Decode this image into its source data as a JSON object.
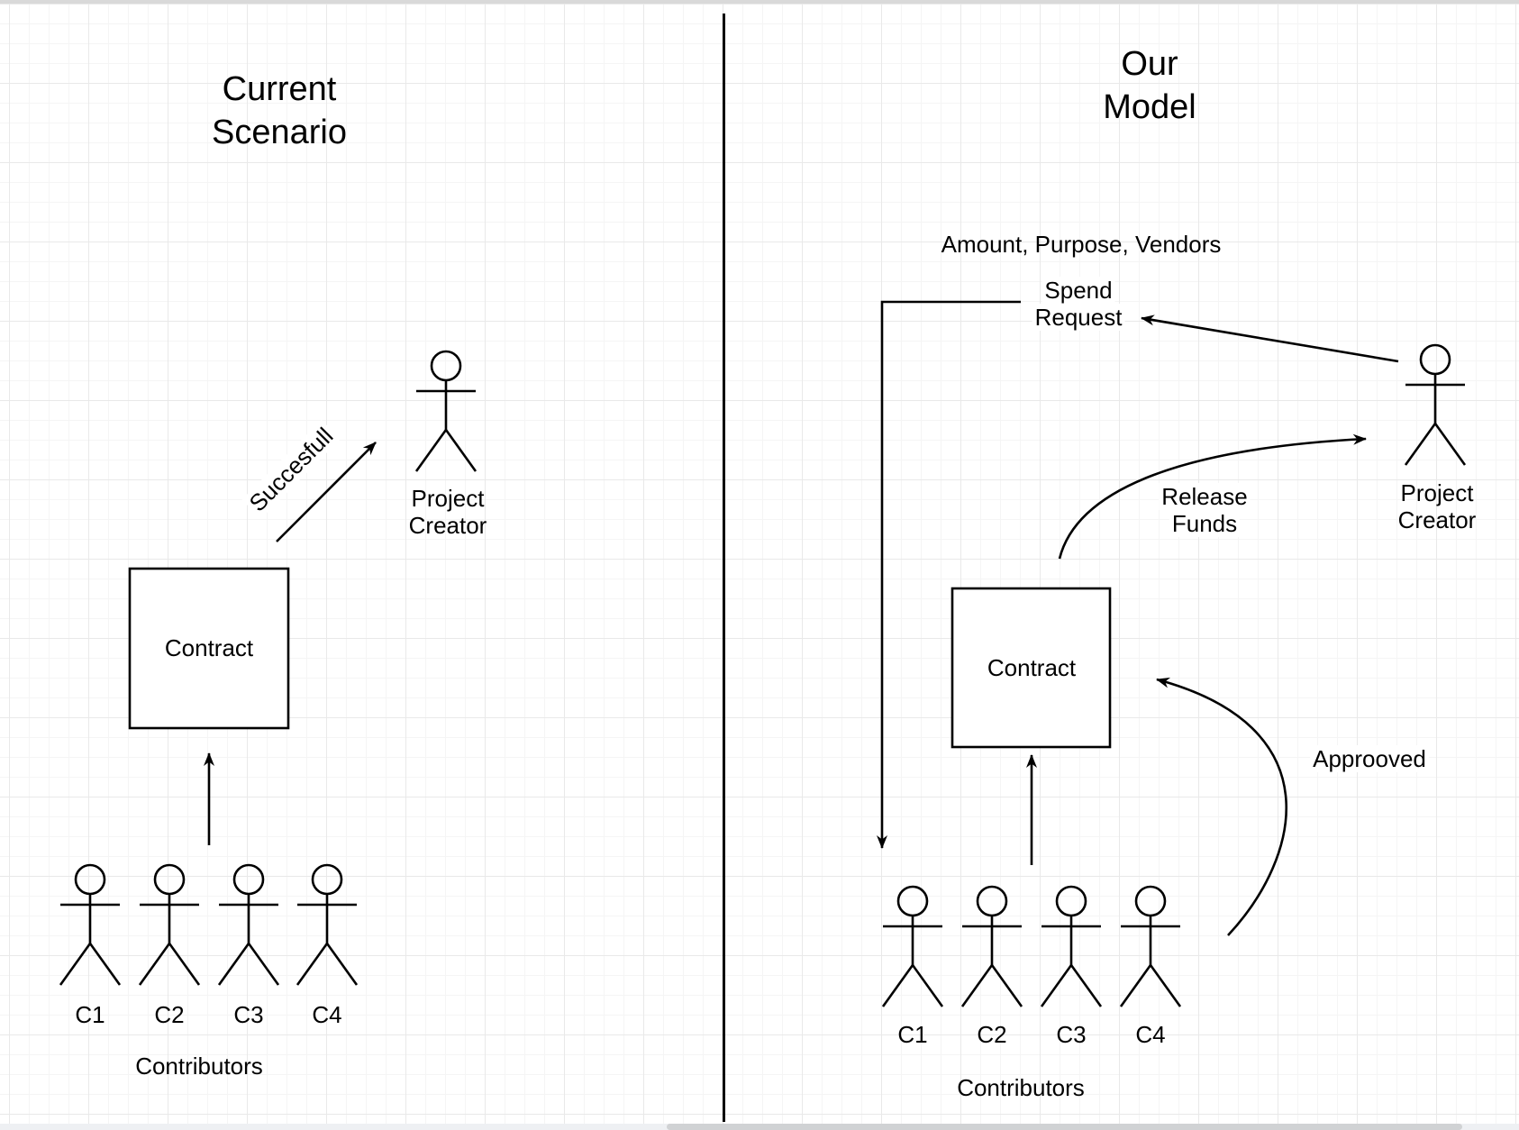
{
  "left": {
    "title_line1": "Current",
    "title_line2": "Scenario",
    "success_label": "Succesfull",
    "creator_line1": "Project",
    "creator_line2": "Creator",
    "contract_label": "Contract",
    "contributors": [
      "C1",
      "C2",
      "C3",
      "C4"
    ],
    "group_label": "Contributors"
  },
  "right": {
    "title_line1": "Our",
    "title_line2": "Model",
    "annotation": "Amount, Purpose, Vendors",
    "spend_line1": "Spend",
    "spend_line2": "Request",
    "release_line1": "Release",
    "release_line2": "Funds",
    "approved_label": "Approoved",
    "contract_label": "Contract",
    "creator_line1": "Project",
    "creator_line2": "Creator",
    "contributors": [
      "C1",
      "C2",
      "C3",
      "C4"
    ],
    "group_label": "Contributors"
  },
  "colors": {
    "ink": "#000000",
    "canvas": "#ffffff",
    "grid_minor": "#f5f5f5",
    "grid_major": "#e9e9e9",
    "top_strip": "#d9d9d9",
    "scroll_track": "#eef0f3",
    "scroll_thumb": "#d0d2d4"
  }
}
